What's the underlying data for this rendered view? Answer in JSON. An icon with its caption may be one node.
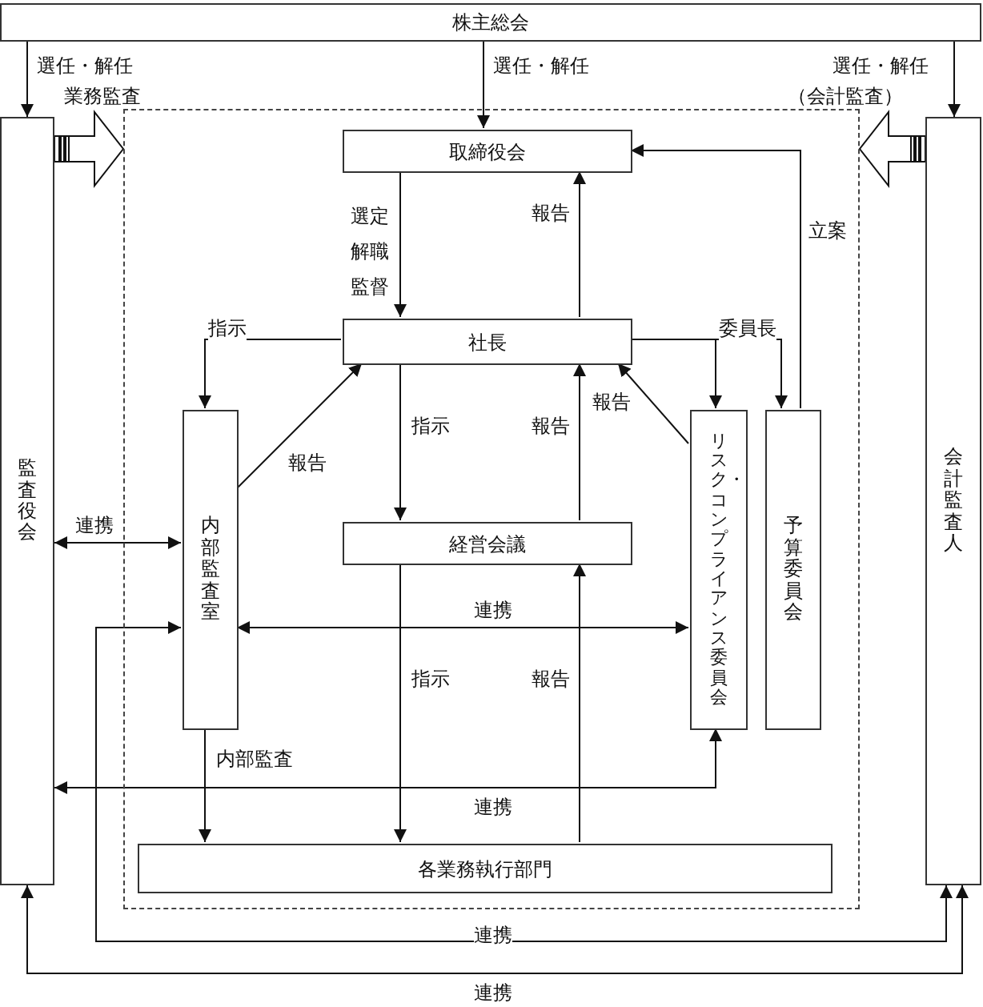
{
  "diagram": {
    "nodes": [
      {
        "text": [
          "株主総会"
        ]
      },
      {
        "text": [
          "監査役会"
        ]
      },
      {
        "text": [],
        "shape": "box"
      },
      {
        "text": [
          "取締役会"
        ],
        "in": 2
      },
      {
        "text": [
          "社長"
        ],
        "in": 2
      },
      {
        "text": [
          "内部監査室"
        ],
        "in": 2
      },
      {
        "text": [
          "経営会議"
        ],
        "in": 2
      },
      {
        "text": [
          "リスク・コンプライアンス委員会"
        ],
        "in": 2
      },
      {
        "text": [
          "予算委員会"
        ],
        "in": 2
      },
      {
        "text": [
          "各業務執行部門"
        ],
        "in": 2
      },
      {
        "text": [
          "会計監査人"
        ]
      }
    ],
    "edges": [
      {
        "from": 0,
        "to": 1,
        "arrow": "to",
        "label": "選任・解任"
      },
      {
        "from": 0,
        "to": 3,
        "arrow": "to",
        "label": "選任・解任"
      },
      {
        "from": 0,
        "to": 10,
        "arrow": "to",
        "label": "選任・解任"
      },
      {
        "from": 1,
        "to": 2,
        "arrow": "to",
        "label": "業務監査",
        "style": "thick"
      },
      {
        "from": 10,
        "to": 2,
        "arrow": "to",
        "label": "（会計監査）",
        "style": "thick"
      },
      {
        "from": 3,
        "to": 4,
        "arrow": "to",
        "label": "選定解職監督"
      },
      {
        "from": 4,
        "to": 3,
        "arrow": "to",
        "label": "報告"
      },
      {
        "from": 8,
        "to": 3,
        "arrow": "to",
        "label": "立案"
      },
      {
        "from": 4,
        "to": 5,
        "arrow": "to",
        "label": "指示"
      },
      {
        "from": 5,
        "to": 4,
        "arrow": "to",
        "label": "報告"
      },
      {
        "from": 4,
        "to": 6,
        "arrow": "to",
        "label": "指示"
      },
      {
        "from": 6,
        "to": 4,
        "arrow": "to",
        "label": "報告"
      },
      {
        "from": 4,
        "to": 7,
        "arrow": "to",
        "label": "委員長"
      },
      {
        "from": 4,
        "to": 8,
        "arrow": "to"
      },
      {
        "from": 7,
        "to": 4,
        "arrow": "to",
        "label": "報告"
      },
      {
        "from": 1,
        "to": 5,
        "arrow": "both",
        "label": "連携"
      },
      {
        "from": 5,
        "to": 7,
        "arrow": "both",
        "label": "連携"
      },
      {
        "from": 6,
        "to": 9,
        "arrow": "to",
        "label": "指示"
      },
      {
        "from": 9,
        "to": 6,
        "arrow": "to",
        "label": "報告"
      },
      {
        "from": 5,
        "to": 9,
        "arrow": "to",
        "label": "内部監査"
      },
      {
        "from": 1,
        "to": 7,
        "arrow": "both",
        "label": "連携"
      },
      {
        "from": 5,
        "to": 10,
        "arrow": "both",
        "label": "連携"
      },
      {
        "from": 1,
        "to": 10,
        "arrow": "both",
        "label": "連携"
      }
    ]
  }
}
